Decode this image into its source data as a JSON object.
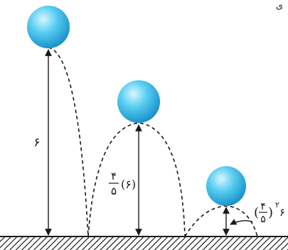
{
  "labels": {
    "h0": "۶",
    "h1_num": "۴",
    "h1_den": "۵",
    "h1_tail": "(۶)",
    "h2_num": "۴",
    "h2_den": "۵",
    "h2_exp": "۲",
    "h2_tail": "۶",
    "corner": "ی"
  },
  "colors": {
    "ball_light": "#d8f6ff",
    "ball_mid": "#58cdf2",
    "ball_dark": "#1791c8",
    "line": "#1a1a1a",
    "ground_hatch": "#1a1a1a"
  }
}
